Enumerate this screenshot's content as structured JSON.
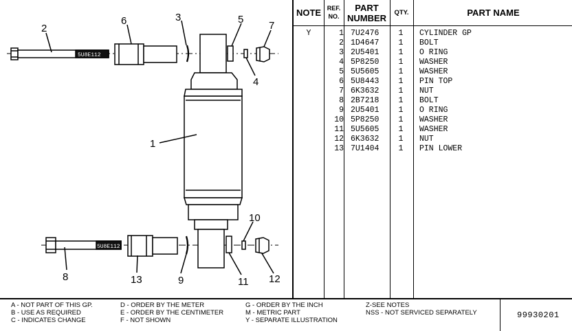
{
  "diagram": {
    "callouts": [
      "1",
      "2",
      "3",
      "4",
      "5",
      "6",
      "7",
      "8",
      "9",
      "10",
      "11",
      "12",
      "13"
    ],
    "bolt_stamp_upper": "5U8E112",
    "bolt_stamp_lower": "5U8E112"
  },
  "table": {
    "headers": {
      "note": "NOTE",
      "ref_line1": "REF.",
      "ref_line2": "NO.",
      "part_line1": "PART",
      "part_line2": "NUMBER",
      "qty": "QTY.",
      "name": "PART NAME"
    },
    "rows": [
      {
        "note": "Y",
        "ref": "1",
        "part": "7U2476",
        "qty": "1",
        "name": "CYLINDER GP"
      },
      {
        "note": "",
        "ref": "2",
        "part": "1D4647",
        "qty": "1",
        "name": "BOLT"
      },
      {
        "note": "",
        "ref": "3",
        "part": "2U5401",
        "qty": "1",
        "name": "O RING"
      },
      {
        "note": "",
        "ref": "4",
        "part": "5P8250",
        "qty": "1",
        "name": "WASHER"
      },
      {
        "note": "",
        "ref": "5",
        "part": "5U5605",
        "qty": "1",
        "name": "WASHER"
      },
      {
        "note": "",
        "ref": "6",
        "part": "5U8443",
        "qty": "1",
        "name": "PIN TOP"
      },
      {
        "note": "",
        "ref": "7",
        "part": "6K3632",
        "qty": "1",
        "name": "NUT"
      },
      {
        "note": "",
        "ref": "8",
        "part": "2B7218",
        "qty": "1",
        "name": "BOLT"
      },
      {
        "note": "",
        "ref": "9",
        "part": "2U5401",
        "qty": "1",
        "name": "O RING"
      },
      {
        "note": "",
        "ref": "10",
        "part": "5P8250",
        "qty": "1",
        "name": "WASHER"
      },
      {
        "note": "",
        "ref": "11",
        "part": "5U5605",
        "qty": "1",
        "name": "WASHER"
      },
      {
        "note": "",
        "ref": "12",
        "part": "6K3632",
        "qty": "1",
        "name": "NUT"
      },
      {
        "note": "",
        "ref": "13",
        "part": "7U1404",
        "qty": "1",
        "name": "PIN LOWER"
      }
    ]
  },
  "legend": {
    "col1": [
      "A - NOT PART OF THIS GP.",
      "B - USE  AS REQUIRED",
      "C - INDICATES CHANGE"
    ],
    "col2": [
      "D - ORDER BY THE  METER",
      "E - ORDER BY THE CENTIMETER",
      "F - NOT SHOWN"
    ],
    "col3": [
      "G - ORDER BY THE INCH",
      "M - METRIC PART",
      "Y - SEPARATE ILLUSTRATION"
    ],
    "col4": [
      "Z-SEE NOTES",
      "NSS - NOT SERVICED SEPARATELY"
    ],
    "illustration_number": "99930201"
  }
}
